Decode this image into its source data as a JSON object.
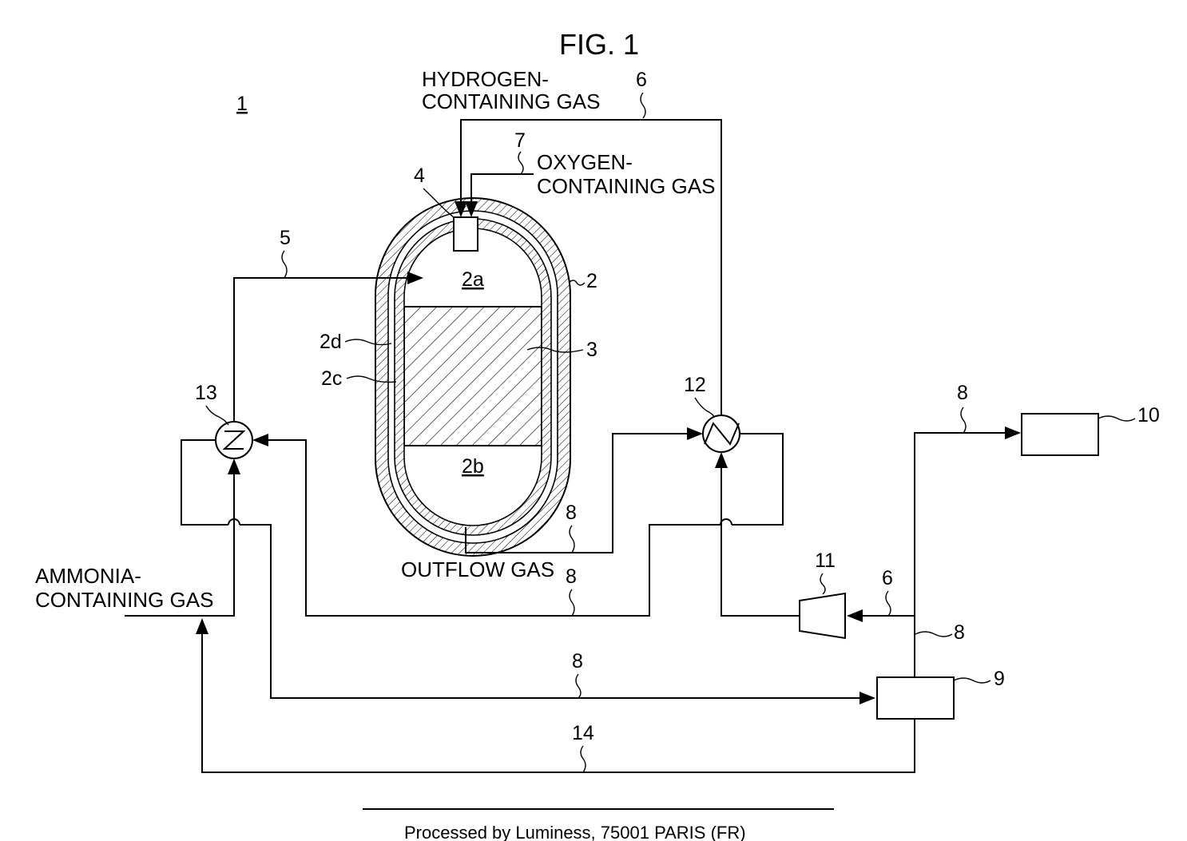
{
  "figure": {
    "title": "FIG. 1",
    "system_ref": "1",
    "footer": "Processed by Luminess, 75001 PARIS (FR)"
  },
  "labels": {
    "hydrogen_gas_line1": "HYDROGEN-",
    "hydrogen_gas_line2": "CONTAINING GAS",
    "oxygen_gas_line1": "OXYGEN-",
    "oxygen_gas_line2": "CONTAINING GAS",
    "ammonia_gas_line1": "AMMONIA-",
    "ammonia_gas_line2": "CONTAINING GAS",
    "outflow_gas": "OUTFLOW GAS"
  },
  "refs": {
    "reactor": "2",
    "reactor_top_space": "2a",
    "reactor_bottom_space": "2b",
    "inner_wall": "2c",
    "outer_wall": "2d",
    "catalyst_bed": "3",
    "burner": "4",
    "feed_line": "5",
    "hydrogen_line_top": "6",
    "hydrogen_line_bottom": "6",
    "oxygen_line": "7",
    "outflow_line_a": "8",
    "outflow_line_b": "8",
    "outflow_line_c": "8",
    "outflow_line_d": "8",
    "outflow_line_e": "8",
    "separator": "9",
    "product_unit": "10",
    "compressor": "11",
    "heat_exchanger_right": "12",
    "heat_exchanger_left": "13",
    "recycle_line": "14"
  }
}
